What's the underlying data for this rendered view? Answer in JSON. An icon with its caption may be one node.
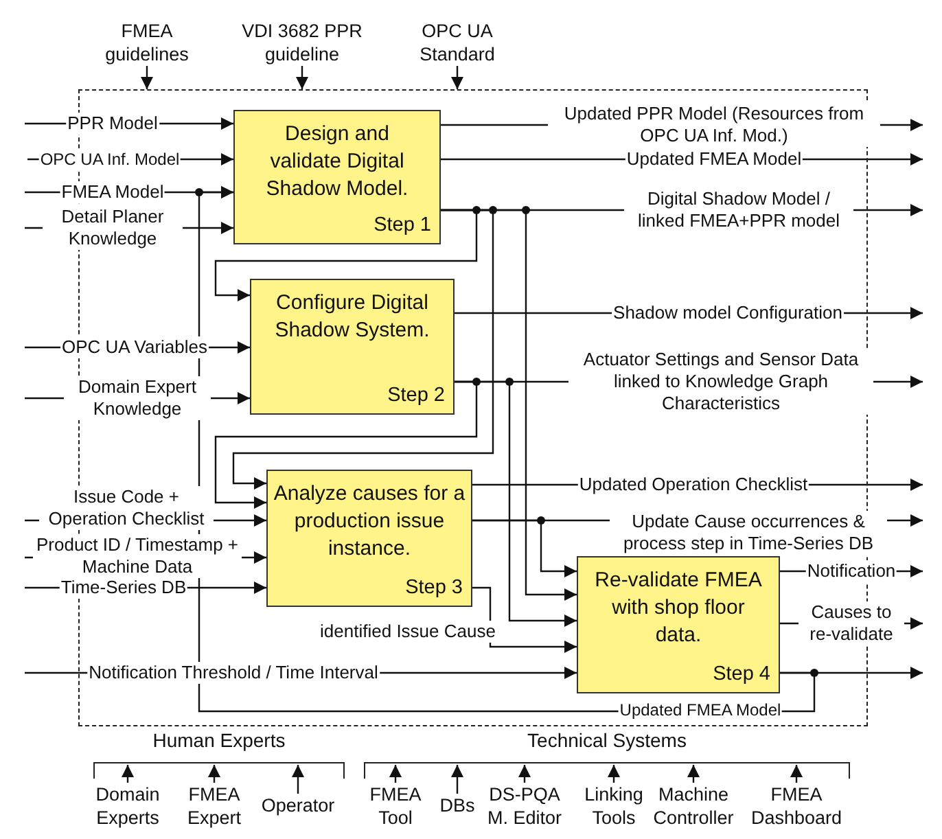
{
  "diagram": {
    "nodes": [
      {
        "text": [
          "FMEA guidelines"
        ]
      },
      {
        "text": [
          "VDI 3682 PPR guideline"
        ]
      },
      {
        "text": [
          "OPC UA Standard"
        ]
      },
      {
        "text": [],
        "shape": "box"
      },
      {
        "text": [
          "Design and validate Digital Shadow Model.",
          "Step 1"
        ],
        "in": 3
      },
      {
        "text": [
          "Configure Digital Shadow System.",
          "Step 2"
        ],
        "in": 3
      },
      {
        "text": [
          "Analyze causes for a production issue instance.",
          "Step 3"
        ],
        "in": 3
      },
      {
        "text": [
          "Re-validate FMEA with shop floor data.",
          "Step 4"
        ],
        "in": 3
      },
      {
        "text": [
          "Human Experts"
        ]
      },
      {
        "text": [
          "Technical Systems"
        ]
      },
      {
        "text": [
          "Domain Experts"
        ]
      },
      {
        "text": [
          "FMEA Expert"
        ]
      },
      {
        "text": [
          "Operator"
        ]
      },
      {
        "text": [
          "FMEA Tool"
        ]
      },
      {
        "text": [
          "DBs"
        ]
      },
      {
        "text": [
          "DS-PQA M. Editor"
        ]
      },
      {
        "text": [
          "Linking Tools"
        ]
      },
      {
        "text": [
          "Machine Controller"
        ]
      },
      {
        "text": [
          "FMEA Dashboard"
        ]
      }
    ],
    "edges": [
      {
        "from": 0,
        "to": 3,
        "arrow": "to"
      },
      {
        "from": 1,
        "to": 3,
        "arrow": "to"
      },
      {
        "from": 2,
        "to": 3,
        "arrow": "to"
      },
      {
        "from": null,
        "to": 4,
        "arrow": "to",
        "label": "PPR Model"
      },
      {
        "from": null,
        "to": 4,
        "arrow": "to",
        "label": "OPC UA Inf. Model"
      },
      {
        "from": null,
        "to": 4,
        "arrow": "to",
        "label": "FMEA Model"
      },
      {
        "from": null,
        "to": 4,
        "arrow": "to",
        "label": "Detail Planer Knowledge"
      },
      {
        "from": 4,
        "to": null,
        "arrow": "to",
        "label": "Updated PPR Model (Resources from OPC UA Inf. Mod.)"
      },
      {
        "from": 4,
        "to": null,
        "arrow": "to",
        "label": "Updated FMEA Model"
      },
      {
        "from": 4,
        "to": null,
        "arrow": "to",
        "label": "Digital Shadow Model / linked FMEA+PPR model"
      },
      {
        "from": 4,
        "to": 5,
        "arrow": "to"
      },
      {
        "from": 4,
        "to": 6,
        "arrow": "to"
      },
      {
        "from": 4,
        "to": 7,
        "arrow": "to"
      },
      {
        "from": null,
        "to": 5,
        "arrow": "to",
        "label": "OPC UA Variables"
      },
      {
        "from": null,
        "to": 5,
        "arrow": "to",
        "label": "Domain Expert Knowledge"
      },
      {
        "from": 5,
        "to": null,
        "arrow": "to",
        "label": "Shadow model Configuration"
      },
      {
        "from": 5,
        "to": null,
        "arrow": "to",
        "label": "Actuator Settings and Sensor Data linked to Knowledge Graph Characteristics"
      },
      {
        "from": 5,
        "to": 6,
        "arrow": "to"
      },
      {
        "from": 5,
        "to": 7,
        "arrow": "to"
      },
      {
        "from": null,
        "to": 6,
        "arrow": "to",
        "label": "Issue Code + Operation Checklist"
      },
      {
        "from": null,
        "to": 6,
        "arrow": "to",
        "label": "Product ID / Timestamp + Machine Data"
      },
      {
        "from": null,
        "to": 6,
        "arrow": "to",
        "label": "Time-Series DB"
      },
      {
        "from": 6,
        "to": null,
        "arrow": "to",
        "label": "Updated Operation Checklist"
      },
      {
        "from": 6,
        "to": null,
        "arrow": "to",
        "label": "Update Cause occurrences & process step in Time-Series DB"
      },
      {
        "from": 6,
        "to": 7,
        "arrow": "to"
      },
      {
        "from": 6,
        "to": 7,
        "arrow": "to",
        "label": "identified Issue Cause"
      },
      {
        "from": null,
        "to": 7,
        "arrow": "to",
        "label": "Notification Threshold / Time Interval"
      },
      {
        "from": 7,
        "to": null,
        "arrow": "to",
        "label": "Notification"
      },
      {
        "from": 7,
        "to": null,
        "arrow": "to",
        "label": "Causes to re-validate"
      },
      {
        "from": 7,
        "to": null,
        "arrow": "to"
      },
      {
        "from": 7,
        "to": 4,
        "arrow": "to",
        "label": "Updated FMEA Model"
      },
      {
        "from": 10,
        "to": 8,
        "arrow": "to"
      },
      {
        "from": 11,
        "to": 8,
        "arrow": "to"
      },
      {
        "from": 12,
        "to": 8,
        "arrow": "to"
      },
      {
        "from": 13,
        "to": 9,
        "arrow": "to"
      },
      {
        "from": 14,
        "to": 9,
        "arrow": "to"
      },
      {
        "from": 15,
        "to": 9,
        "arrow": "to"
      },
      {
        "from": 16,
        "to": 9,
        "arrow": "to"
      },
      {
        "from": 17,
        "to": 9,
        "arrow": "to"
      },
      {
        "from": 18,
        "to": 9,
        "arrow": "to"
      }
    ]
  }
}
